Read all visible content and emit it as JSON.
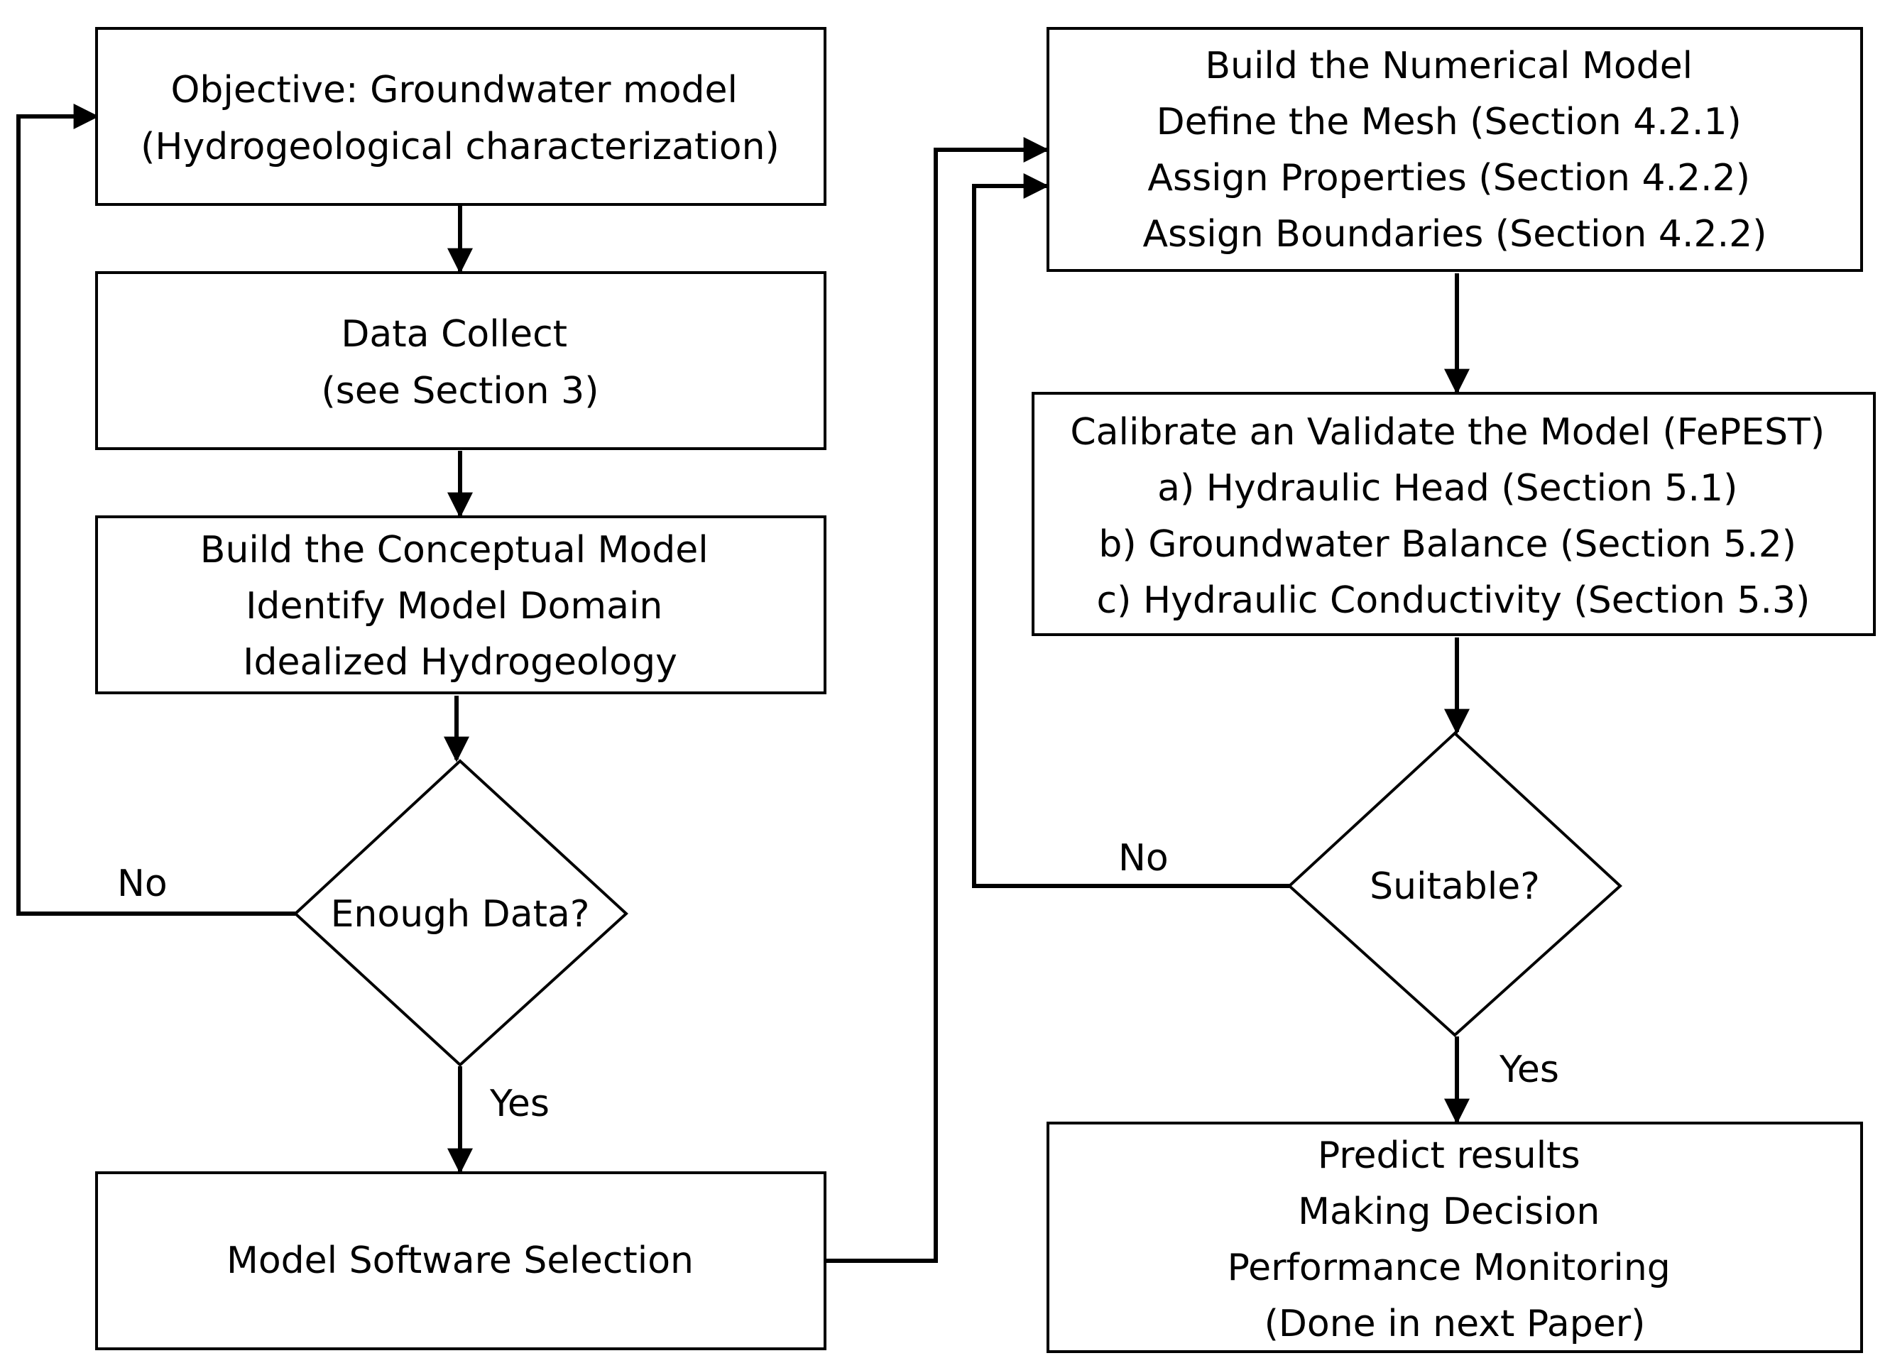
{
  "colors": {
    "background": "#ffffff",
    "stroke": "#000000",
    "text": "#000000"
  },
  "nodes": {
    "objective": {
      "lines": [
        "Objective: Groundwater model",
        "(Hydrogeological characterization)"
      ]
    },
    "data_collect": {
      "lines": [
        "Data Collect",
        "(see Section 3)"
      ]
    },
    "conceptual_model": {
      "lines": [
        "Build the Conceptual Model",
        "Identify Model Domain",
        "Idealized Hydrogeology"
      ]
    },
    "enough_data": {
      "label": "Enough Data?"
    },
    "software_selection": {
      "lines": [
        "Model Software Selection"
      ]
    },
    "numerical_model": {
      "lines": [
        "Build the Numerical Model",
        "Define the Mesh (Section 4.2.1)",
        "Assign Properties (Section 4.2.2)",
        "Assign Boundaries (Section 4.2.2)"
      ]
    },
    "calibrate": {
      "lines": [
        "Calibrate an Validate the Model (FePEST)",
        "a) Hydraulic Head (Section 5.1)",
        "b) Groundwater Balance (Section 5.2)",
        "c) Hydraulic Conductivity (Section 5.3)"
      ]
    },
    "suitable": {
      "label": "Suitable?"
    },
    "predict": {
      "lines": [
        "Predict results",
        "Making Decision",
        "Performance Monitoring",
        "(Done in next Paper)"
      ]
    }
  },
  "edge_labels": {
    "enough_no": "No",
    "enough_yes": "Yes",
    "suitable_no": "No",
    "suitable_yes": "Yes"
  }
}
